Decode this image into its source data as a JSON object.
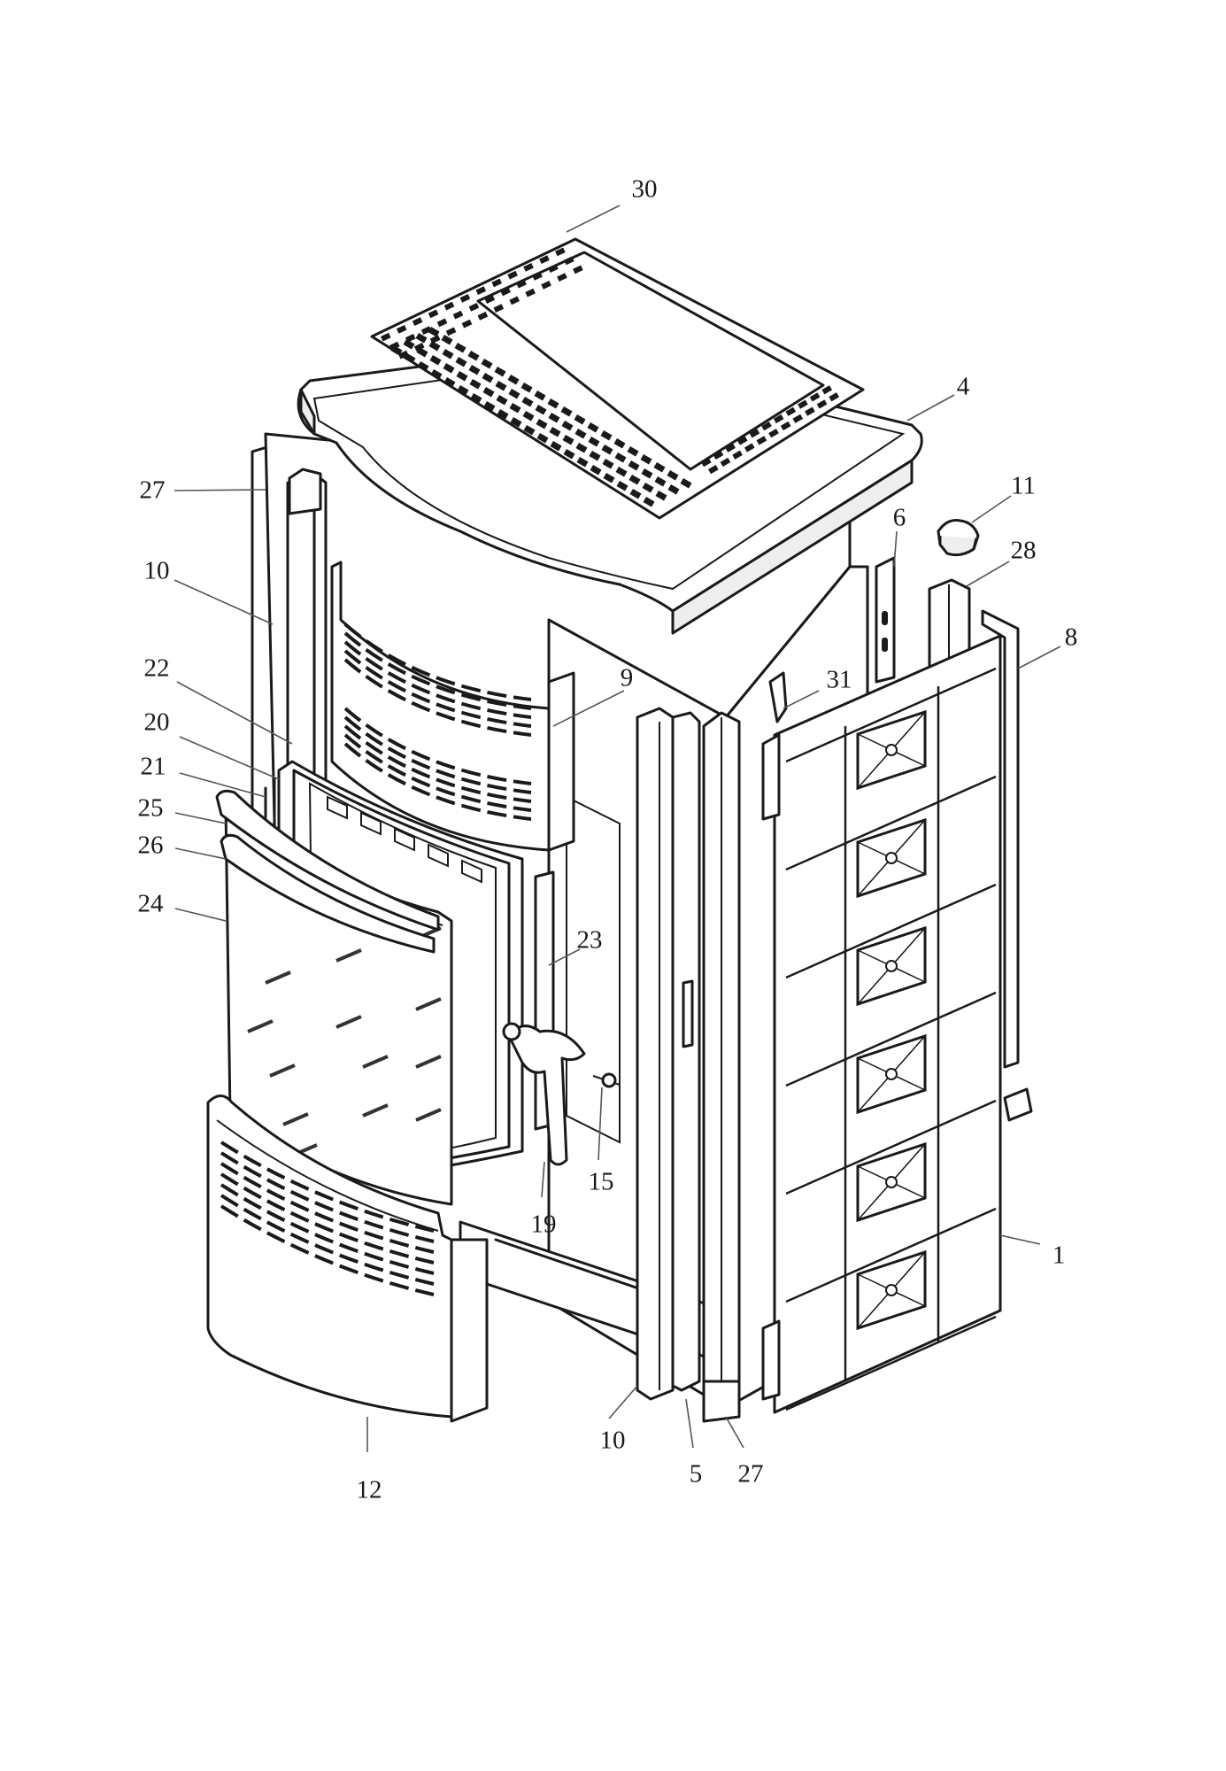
{
  "diagram": {
    "callouts": [
      {
        "id": "c30",
        "text": "30"
      },
      {
        "id": "c4",
        "text": "4"
      },
      {
        "id": "c27a",
        "text": "27"
      },
      {
        "id": "c11",
        "text": "11"
      },
      {
        "id": "c6",
        "text": "6"
      },
      {
        "id": "c28",
        "text": "28"
      },
      {
        "id": "c10a",
        "text": "10"
      },
      {
        "id": "c8",
        "text": "8"
      },
      {
        "id": "c22",
        "text": "22"
      },
      {
        "id": "c9",
        "text": "9"
      },
      {
        "id": "c31",
        "text": "31"
      },
      {
        "id": "c20",
        "text": "20"
      },
      {
        "id": "c21",
        "text": "21"
      },
      {
        "id": "c25",
        "text": "25"
      },
      {
        "id": "c26",
        "text": "26"
      },
      {
        "id": "c24",
        "text": "24"
      },
      {
        "id": "c23",
        "text": "23"
      },
      {
        "id": "c15",
        "text": "15"
      },
      {
        "id": "c19",
        "text": "19"
      },
      {
        "id": "c1",
        "text": "1"
      },
      {
        "id": "c10b",
        "text": "10"
      },
      {
        "id": "c5",
        "text": "5"
      },
      {
        "id": "c27b",
        "text": "27"
      },
      {
        "id": "c12",
        "text": "12"
      }
    ]
  }
}
